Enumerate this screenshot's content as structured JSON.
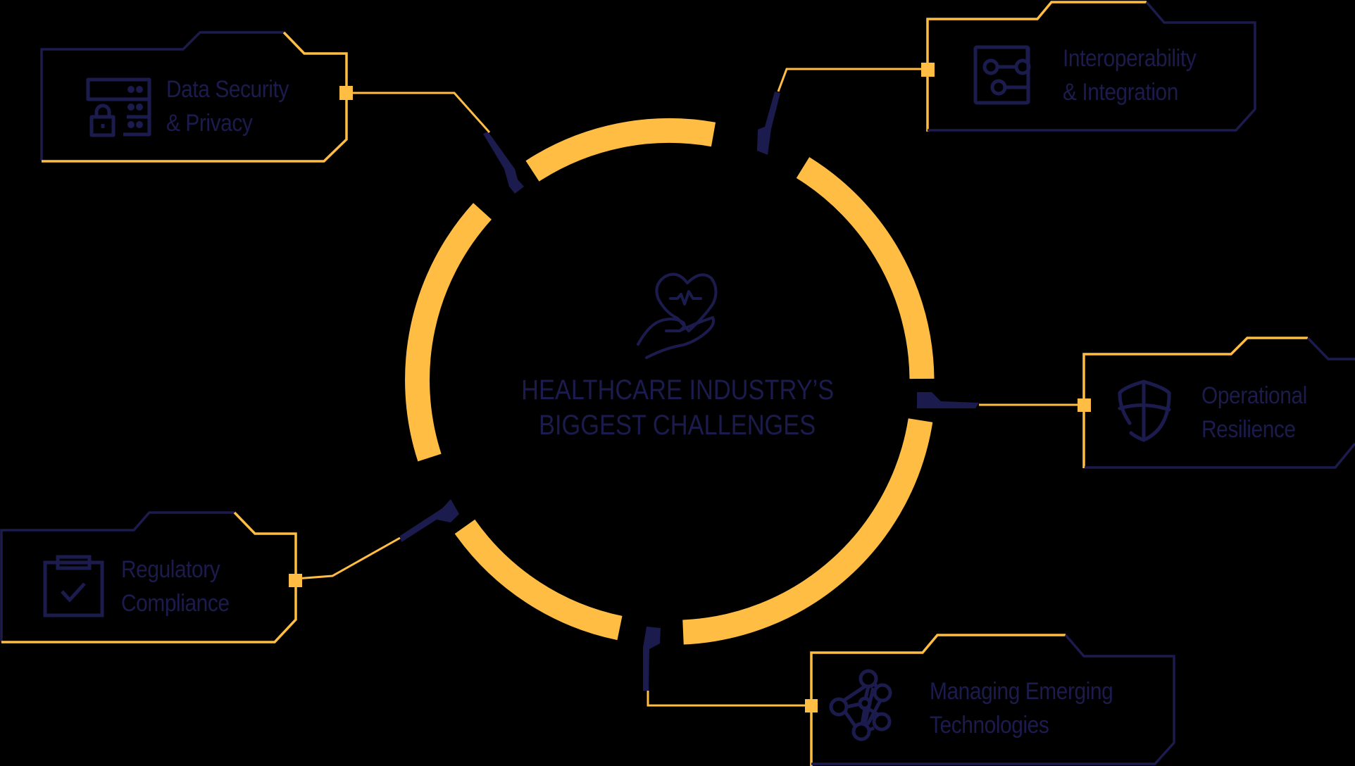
{
  "center": {
    "icon": "heart-in-hand-icon",
    "title_line1": "HEALTHCARE INDUSTRY’S",
    "title_line2": "BIGGEST CHALLENGES"
  },
  "challenges": [
    {
      "id": "data-security",
      "icon": "server-lock-icon",
      "line1": "Data Security",
      "line2": "& Privacy"
    },
    {
      "id": "interoperability",
      "icon": "circuit-board-icon",
      "line1": "Interoperability",
      "line2": "& Integration"
    },
    {
      "id": "operational-resilience",
      "icon": "shield-icon",
      "line1": "Operational",
      "line2": "Resilience"
    },
    {
      "id": "managing-emerging-tech",
      "icon": "network-nodes-icon",
      "line1": "Managing Emerging",
      "line2": "Technologies"
    },
    {
      "id": "regulatory-compliance",
      "icon": "clipboard-check-icon",
      "line1": "Regulatory",
      "line2": "Compliance"
    }
  ],
  "colors": {
    "accent": "#ffbd44",
    "primary": "#1c1b4d",
    "background": "#000000"
  }
}
